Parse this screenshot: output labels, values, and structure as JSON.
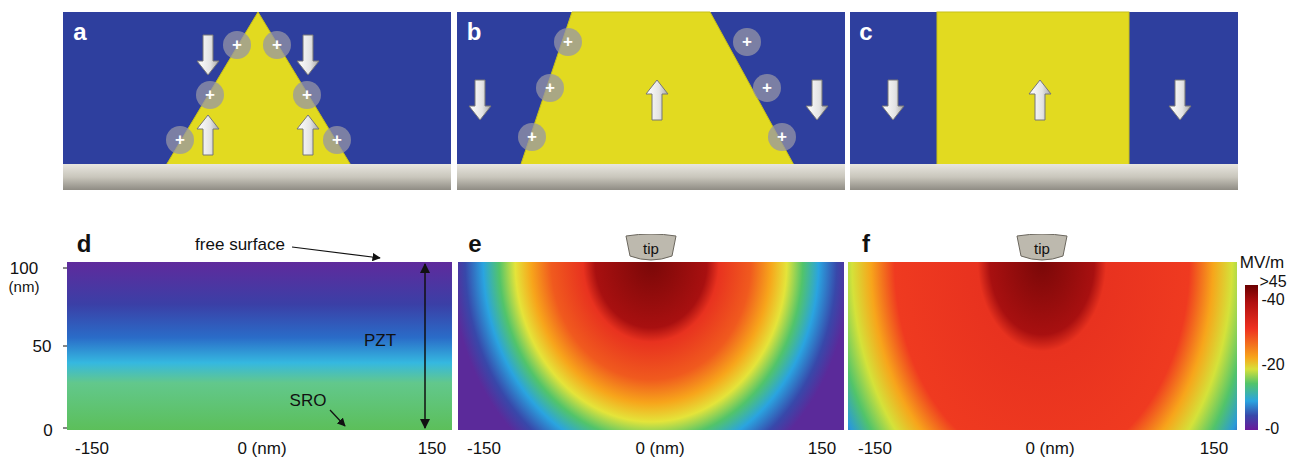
{
  "diagram": {
    "nodes": [
      {
        "text": [
          "+"
        ]
      },
      {
        "text": [
          "+"
        ]
      },
      {
        "text": [
          "+"
        ]
      },
      {
        "text": [
          "+"
        ]
      },
      {
        "text": [
          "+"
        ]
      },
      {
        "text": [
          "+"
        ]
      },
      {
        "text": [
          "+"
        ]
      },
      {
        "text": [
          "+"
        ]
      },
      {
        "text": [
          "+"
        ]
      },
      {
        "text": [
          "+"
        ]
      },
      {
        "text": [
          "+"
        ]
      },
      {
        "text": [
          "+"
        ]
      },
      {
        "text": [
          "tip"
        ]
      },
      {
        "text": [
          "tip"
        ]
      }
    ],
    "labels": [
      "a",
      "b",
      "c",
      "d",
      "e",
      "f",
      "free surface",
      "PZT",
      "SRO",
      "100",
      "(nm)",
      "50",
      "0",
      "-150",
      "0 (nm)",
      "150",
      "-150",
      "0 (nm)",
      "150",
      "-150",
      "0 (nm)",
      "150",
      "MV/m",
      ">45",
      "-40",
      "-20",
      "-0"
    ]
  }
}
